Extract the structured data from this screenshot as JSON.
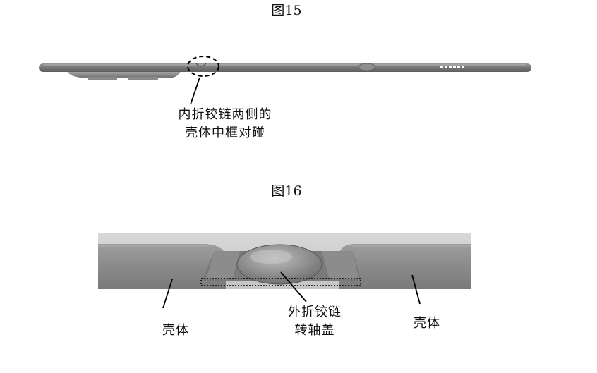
{
  "figure15": {
    "title": "图15",
    "callout": [
      "内折铰链两侧的",
      "壳体中框对碰"
    ]
  },
  "figure16": {
    "title": "图16",
    "label_left": "壳体",
    "label_center": [
      "外折铰链",
      "转轴盖"
    ],
    "label_right": "壳体"
  }
}
